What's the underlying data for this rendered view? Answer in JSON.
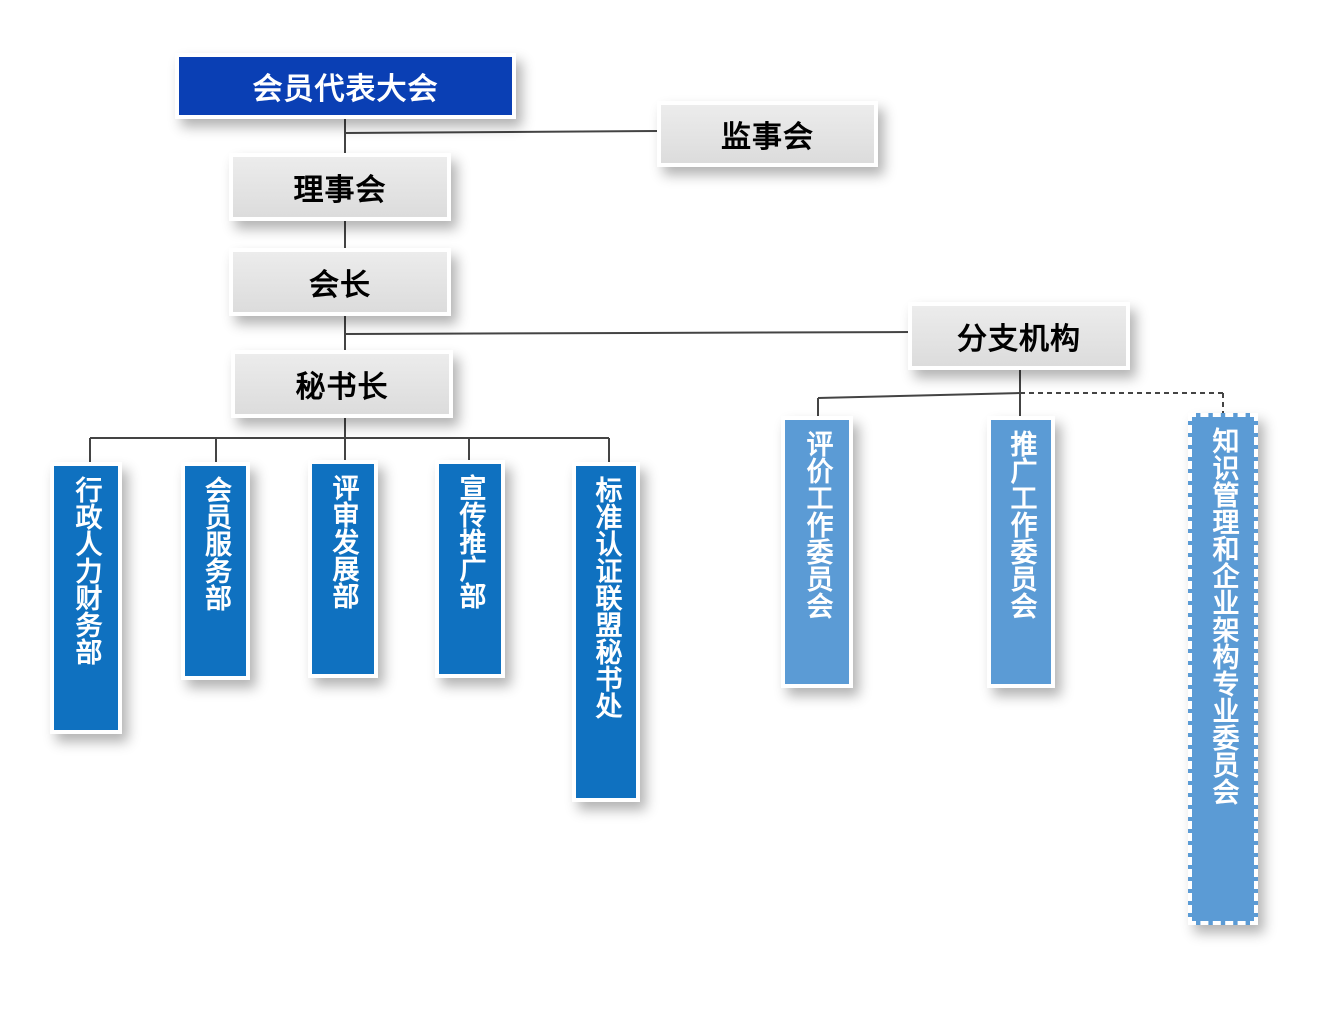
{
  "colors": {
    "navy": "#0a3fb4",
    "gray_box": "#e4e4e4",
    "dept_blue": "#0f71c0",
    "committee_blue": "#5b9bd5",
    "line": "#444444"
  },
  "nodes": {
    "congress": "会员代表大会",
    "supervisors": "监事会",
    "council": "理事会",
    "president": "会长",
    "secretary_general": "秘书长",
    "branches": "分支机构"
  },
  "departments": [
    {
      "label": "行政人力财务部"
    },
    {
      "label": "会员服务部"
    },
    {
      "label": "评审发展部"
    },
    {
      "label": "宣传推广部"
    },
    {
      "label": "标准认证联盟秘书处"
    }
  ],
  "committees": [
    {
      "label": "评价工作委员会"
    },
    {
      "label": "推广工作委员会"
    },
    {
      "label": "知识管理和企业架构专业委员会"
    }
  ]
}
